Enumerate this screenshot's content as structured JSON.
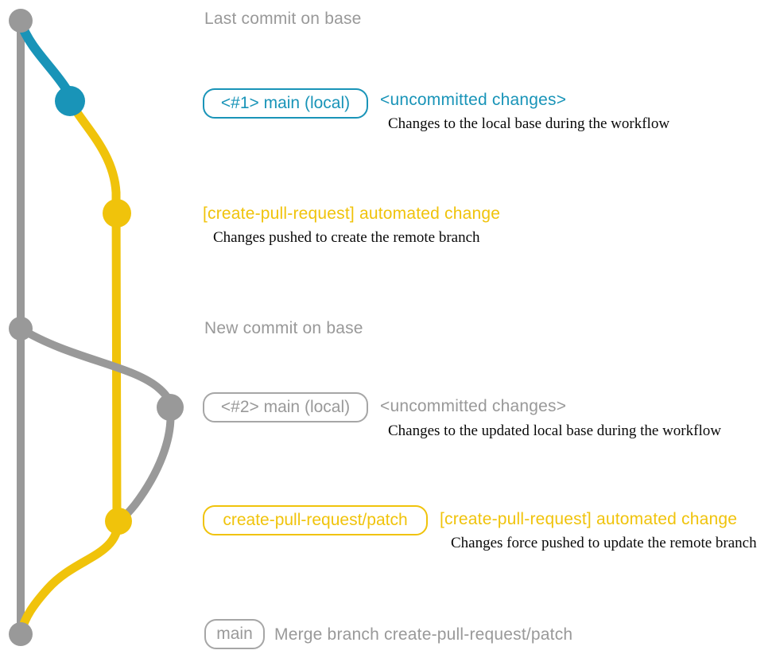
{
  "colors": {
    "base_gray": "#999999",
    "local_main_blue": "#1994B8",
    "patch_yellow": "#F0C30B",
    "description_text": "#0a0a0a",
    "background": "#ffffff"
  },
  "graph": {
    "nodes": [
      {
        "id": "last-commit-on-base",
        "color": "gray"
      },
      {
        "id": "main-local-1",
        "color": "blue"
      },
      {
        "id": "patch-commit-1",
        "color": "yellow"
      },
      {
        "id": "new-commit-on-base",
        "color": "gray"
      },
      {
        "id": "main-local-2",
        "color": "gray"
      },
      {
        "id": "patch-commit-2",
        "color": "yellow"
      },
      {
        "id": "merge-commit",
        "color": "gray"
      }
    ]
  },
  "annotations": {
    "last_commit_label": "Last commit on base",
    "row1": {
      "tag": "<#1> main (local)",
      "title": "<uncommitted changes>",
      "desc": "Changes to the local base during the workflow"
    },
    "row2": {
      "title": "[create-pull-request] automated change",
      "desc": "Changes pushed to create the remote branch"
    },
    "new_commit_label": "New commit on base",
    "row3": {
      "tag": "<#2> main (local)",
      "title": "<uncommitted changes>",
      "desc": "Changes to the updated local base during the workflow"
    },
    "row4": {
      "tag": "create-pull-request/patch",
      "title": "[create-pull-request] automated change",
      "desc": "Changes force pushed to update the remote branch"
    },
    "merge_row": {
      "tag": "main",
      "title": "Merge branch create-pull-request/patch"
    }
  }
}
